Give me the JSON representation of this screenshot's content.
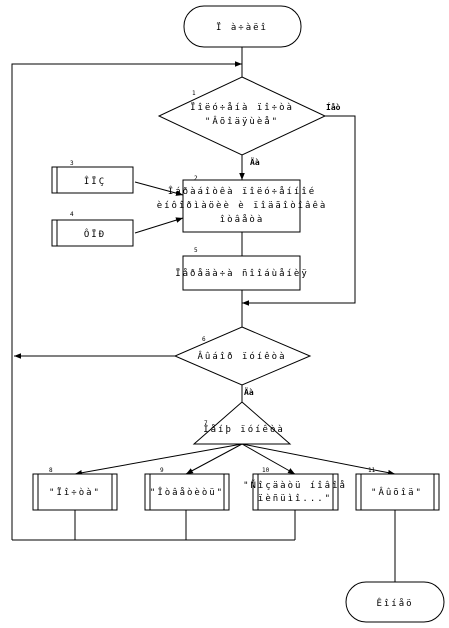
{
  "start": {
    "label": "Ï à÷àëî"
  },
  "end": {
    "label": "Êîíåö"
  },
  "decision1": {
    "number": "1",
    "line1": "Ïîëó÷åíà ïî÷òà",
    "line2": "\"Âõîäÿùèå\"",
    "yes_label": "Äà",
    "no_label": "Íåò"
  },
  "opz": {
    "number": "3",
    "label": "ÎÏÇ"
  },
  "fpr": {
    "number": "4",
    "label": "ÔÏÐ"
  },
  "process2": {
    "number": "2",
    "line1": "Îáðàáîòêà ïîëó÷åííîé",
    "line2": "èíôîðìàöèè è ïîäãîòîâêà",
    "line3": "îòâåòà"
  },
  "process5": {
    "number": "5",
    "label": "Ïåðåäà÷à ñîîáùåíèÿ"
  },
  "decision6": {
    "number": "6",
    "label": "Âûáîð ïóíêòà",
    "yes_label": "Äà"
  },
  "triangle7": {
    "number": "7",
    "label": "Ìåíþ ïóíêòà"
  },
  "box8": {
    "number": "8",
    "label": "\"Ïî÷òà\""
  },
  "box9": {
    "number": "9",
    "label": "\"Îòâåòèòü\""
  },
  "box10": {
    "number": "10",
    "line1": "\"Ñîçäàòü íîâîå",
    "line2": "ïèñüìî...\""
  },
  "box11": {
    "number": "11",
    "label": "\"Âûõîä\""
  }
}
